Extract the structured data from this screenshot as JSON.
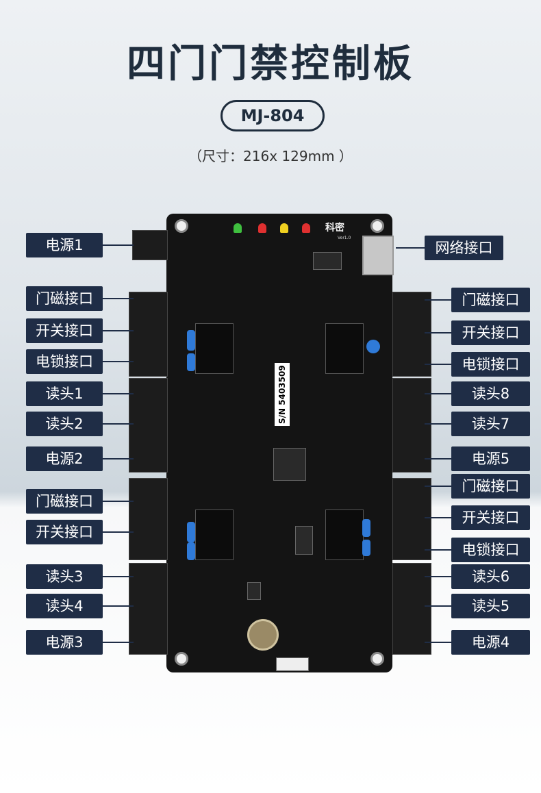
{
  "title": "四门门禁控制板",
  "model": "MJ-804",
  "size": "（尺寸：216x 129mm ）",
  "board": {
    "logo": "科密",
    "version": "Ver1.0",
    "serial": "S/N 5403509"
  },
  "labels": {
    "left": [
      "电源1",
      "门磁接口",
      "开关接口",
      "电锁接口",
      "读头1",
      "读头2",
      "电源2",
      "门磁接口",
      "开关接口",
      "读头3",
      "读头4",
      "电源3"
    ],
    "right": [
      "网络接口",
      "门磁接口",
      "开关接口",
      "电锁接口",
      "读头8",
      "读头7",
      "电源5",
      "门磁接口",
      "开关接口",
      "电锁接口",
      "读头6",
      "读头5",
      "电源4"
    ]
  },
  "colors": {
    "label_bg": "#1f2d46",
    "title": "#1f2d3d",
    "board": "#141414"
  }
}
